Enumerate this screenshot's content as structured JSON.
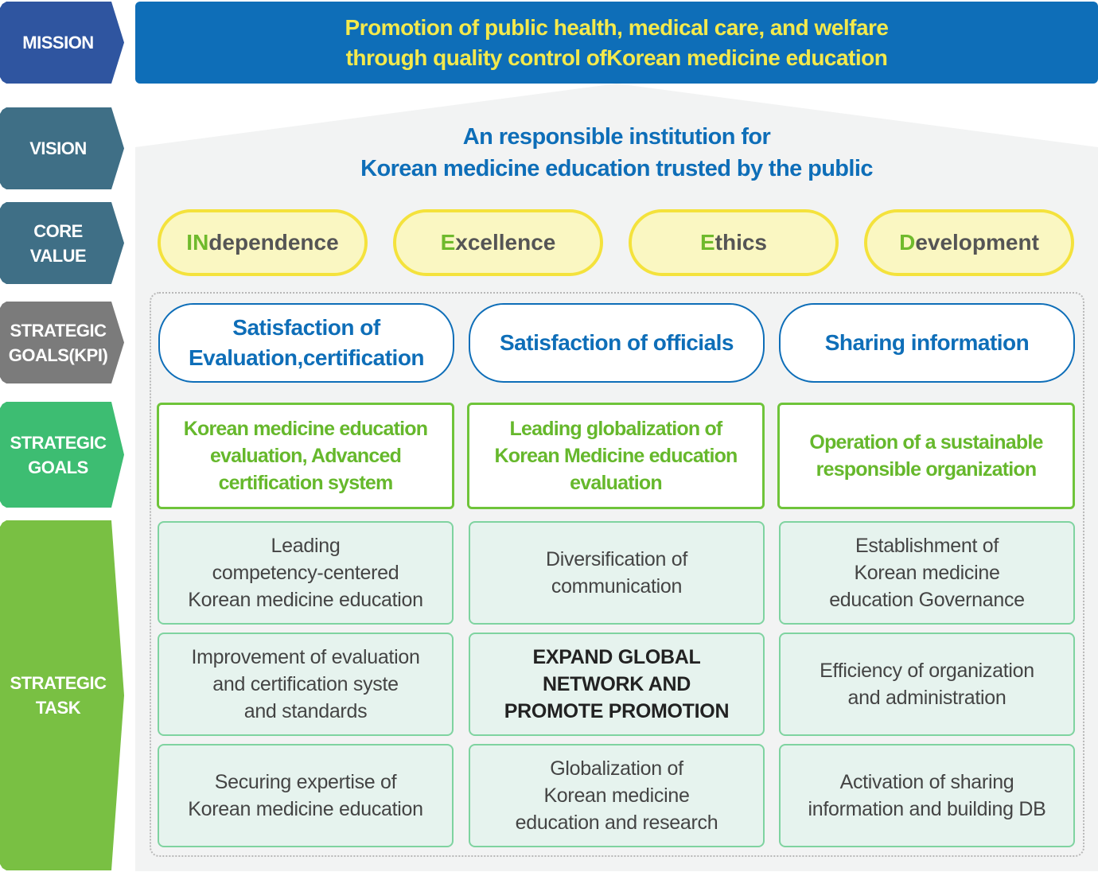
{
  "labels": {
    "mission": [
      "MISSION"
    ],
    "vision": [
      "VISION"
    ],
    "core_value": [
      "CORE",
      "VALUE"
    ],
    "kpi": [
      "STRATEGIC",
      "GOALS(KPI)"
    ],
    "goals": [
      "STRATEGIC",
      "GOALS"
    ],
    "task": [
      "STRATEGIC",
      "TASK"
    ]
  },
  "mission": [
    "Promotion of public health, medical care, and welfare",
    "through quality control ofKorean medicine education"
  ],
  "vision": [
    "An responsible institution for",
    "Korean medicine education trusted by the public"
  ],
  "core_values": [
    {
      "initial": "IN",
      "rest": "dependence"
    },
    {
      "initial": "E",
      "rest": "xcellence"
    },
    {
      "initial": "E",
      "rest": "thics"
    },
    {
      "initial": "D",
      "rest": "evelopment"
    }
  ],
  "kpis": [
    [
      "Satisfaction of",
      "Evaluation,certification"
    ],
    [
      "Satisfaction of officials"
    ],
    [
      "Sharing information"
    ]
  ],
  "strategic_goals": [
    [
      "Korean medicine education",
      "evaluation, Advanced",
      "certification system"
    ],
    [
      "Leading globalization of",
      "Korean Medicine education",
      "evaluation"
    ],
    [
      "Operation of a sustainable",
      "responsible organization"
    ]
  ],
  "tasks": [
    [
      [
        "Leading",
        "competency-centered",
        "Korean medicine education"
      ],
      [
        "Improvement of evaluation",
        "and certification syste",
        "and standards"
      ],
      [
        "Securing expertise of",
        "Korean medicine education"
      ]
    ],
    [
      [
        "Diversification of",
        "communication"
      ],
      [
        "EXPAND GLOBAL",
        "NETWORK AND",
        "PROMOTE PROMOTION"
      ],
      [
        "Globalization of",
        "Korean medicine",
        "education and research"
      ]
    ],
    [
      [
        "Establishment of",
        "Korean medicine",
        "education Governance"
      ],
      [
        "Efficiency of organization",
        "and administration"
      ],
      [
        "Activation of sharing",
        "information and building DB"
      ]
    ]
  ],
  "colors": {
    "mission_label": "#2f55a0",
    "vision_label": "#3f6f86",
    "core_label": "#3f6f86",
    "kpi_label": "#7b7b7b",
    "goals_label": "#3dbd72",
    "task_label": "#79c043",
    "mission_box": "#0e6eb8",
    "mission_text": "#f4e94c",
    "accent_blue": "#0e6eb8",
    "accent_green": "#6fba2c"
  }
}
